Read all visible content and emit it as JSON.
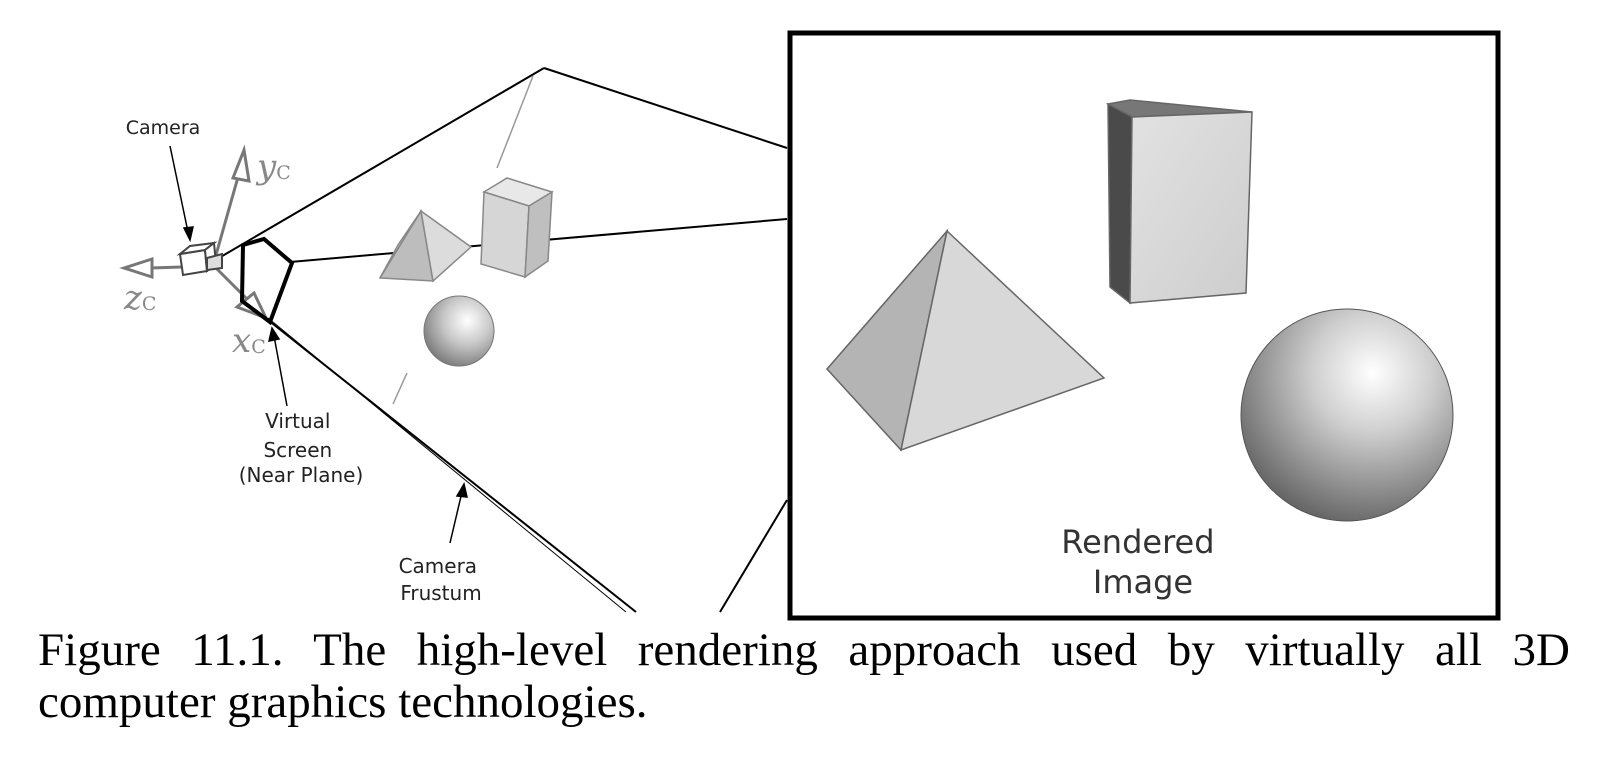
{
  "figure": {
    "labels": {
      "camera": "Camera",
      "virtual_screen": [
        "Virtual",
        "Screen",
        "(Near Plane)"
      ],
      "camera_frustum": [
        "Camera",
        "Frustum"
      ],
      "rendered_image": [
        "Rendered",
        "Image"
      ]
    },
    "axes": {
      "y": {
        "letter": "y",
        "sub": "C"
      },
      "z": {
        "letter": "z",
        "sub": "C"
      },
      "x": {
        "letter": "x",
        "sub": "C"
      }
    }
  },
  "caption": "Figure 11.1. The high-level rendering approach used by virtually all 3D computer graphics technologies."
}
